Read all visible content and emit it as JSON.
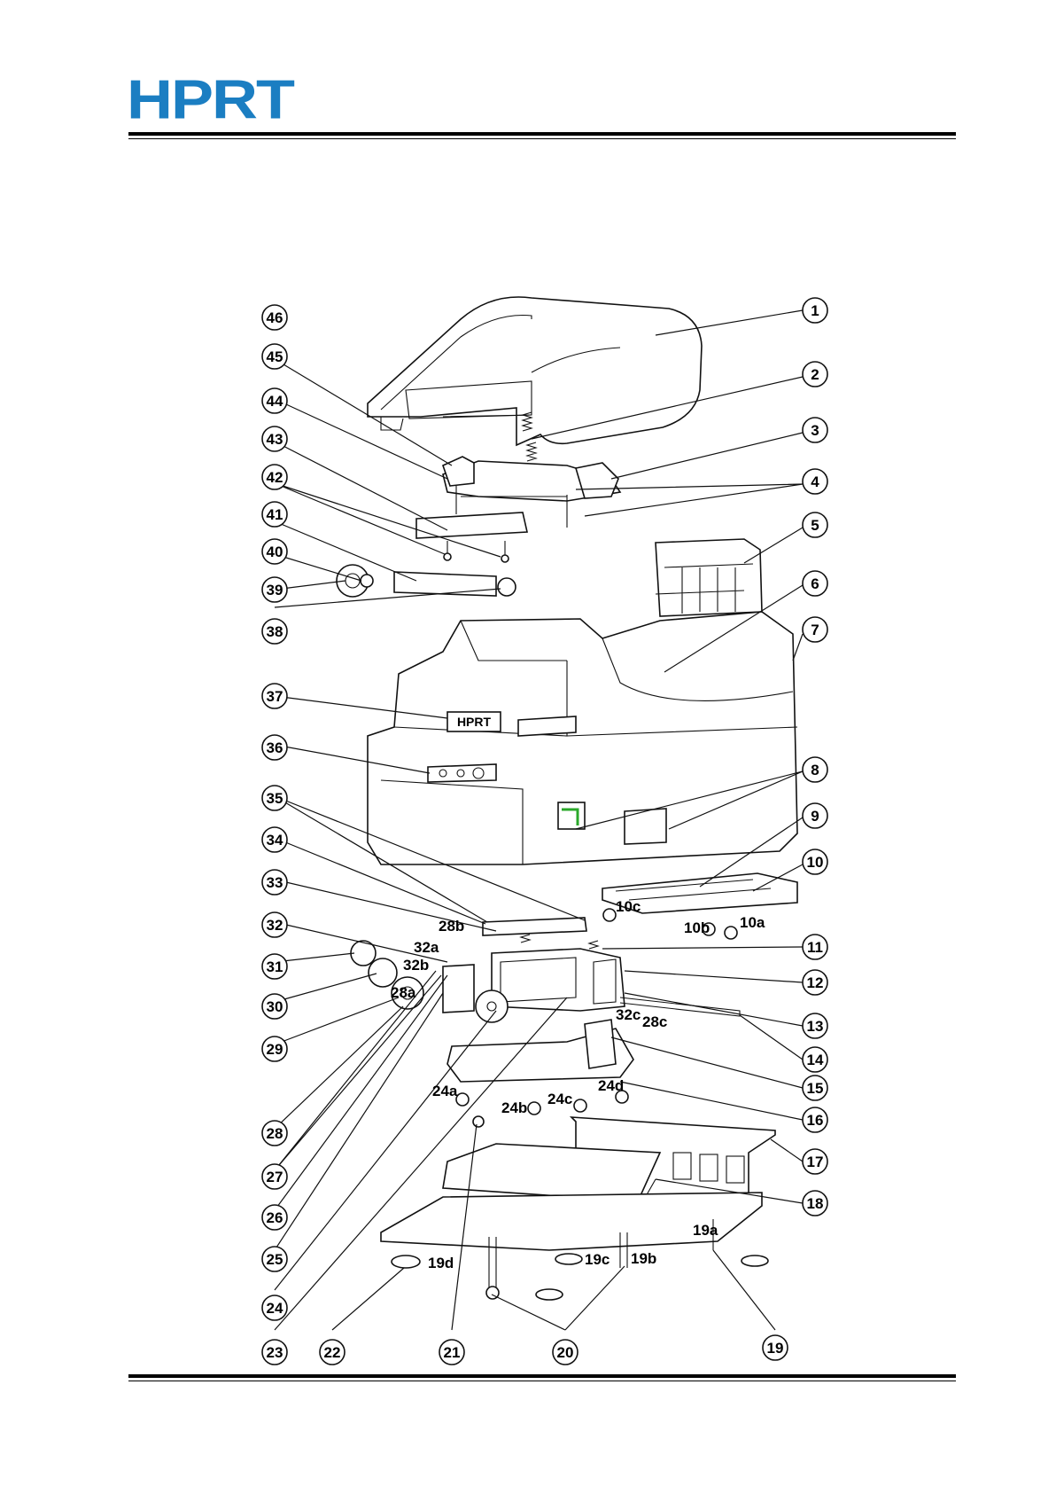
{
  "header": {
    "logo_text": "HPRT",
    "brand_color": "#1b7ec2"
  },
  "callouts": [
    {
      "label": "1"
    },
    {
      "label": "2"
    },
    {
      "label": "3"
    },
    {
      "label": "4"
    },
    {
      "label": "5"
    },
    {
      "label": "6"
    },
    {
      "label": "7"
    },
    {
      "label": "8"
    },
    {
      "label": "9"
    },
    {
      "label": "10"
    },
    {
      "label": "11"
    },
    {
      "label": "12"
    },
    {
      "label": "13"
    },
    {
      "label": "14"
    },
    {
      "label": "15"
    },
    {
      "label": "16"
    },
    {
      "label": "17"
    },
    {
      "label": "18"
    },
    {
      "label": "19"
    },
    {
      "label": "20"
    },
    {
      "label": "21"
    },
    {
      "label": "22"
    },
    {
      "label": "23"
    },
    {
      "label": "24"
    },
    {
      "label": "25"
    },
    {
      "label": "26"
    },
    {
      "label": "27"
    },
    {
      "label": "28"
    },
    {
      "label": "29"
    },
    {
      "label": "30"
    },
    {
      "label": "31"
    },
    {
      "label": "32"
    },
    {
      "label": "33"
    },
    {
      "label": "34"
    },
    {
      "label": "35"
    },
    {
      "label": "36"
    },
    {
      "label": "37"
    },
    {
      "label": "38"
    },
    {
      "label": "39"
    },
    {
      "label": "40"
    },
    {
      "label": "41"
    },
    {
      "label": "42"
    },
    {
      "label": "43"
    },
    {
      "label": "44"
    },
    {
      "label": "45"
    },
    {
      "label": "46"
    }
  ],
  "sub_labels": [
    {
      "label": "10a"
    },
    {
      "label": "10b"
    },
    {
      "label": "10c"
    },
    {
      "label": "19a"
    },
    {
      "label": "19b"
    },
    {
      "label": "19c"
    },
    {
      "label": "19d"
    },
    {
      "label": "24a"
    },
    {
      "label": "24b"
    },
    {
      "label": "24c"
    },
    {
      "label": "24d"
    },
    {
      "label": "28a"
    },
    {
      "label": "28b"
    },
    {
      "label": "28c"
    },
    {
      "label": "32a"
    },
    {
      "label": "32b"
    },
    {
      "label": "32c"
    }
  ],
  "housing_badge": "HPRT"
}
